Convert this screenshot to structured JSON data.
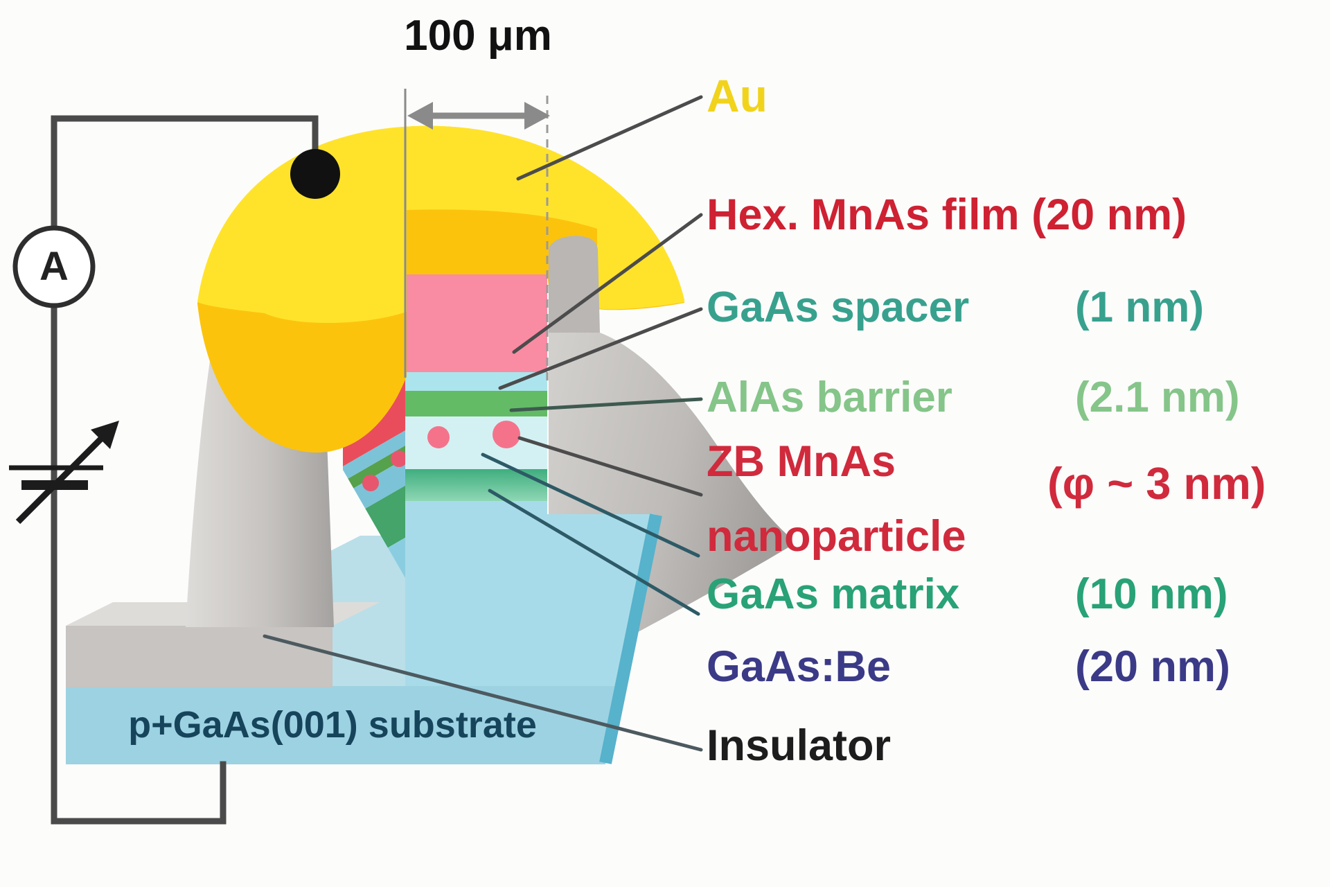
{
  "scale_bar": {
    "label": "100 μm"
  },
  "circuit": {
    "ammeter_label": "A"
  },
  "substrate": {
    "label": "p+GaAs(001) substrate"
  },
  "legend": {
    "au": {
      "name": "Au",
      "color": "#f1d31c"
    },
    "hex_film": {
      "name": "Hex. MnAs film (20 nm)",
      "color": "#ce2132"
    },
    "spacer": {
      "name": "GaAs spacer",
      "size": "(1 nm)",
      "color": "#38a18e"
    },
    "alas": {
      "name": "AlAs barrier",
      "size": "(2.1 nm)",
      "color": "#85c589"
    },
    "zb_mnas": {
      "name_line1": "ZB MnAs",
      "name_line2": "nanoparticle",
      "size": "(φ ~ 3 nm)",
      "color": "#d02a3c"
    },
    "matrix": {
      "name": "GaAs matrix",
      "size": "(10 nm)",
      "color": "#28a276"
    },
    "gaasbe": {
      "name": "GaAs:Be",
      "size": "(20 nm)",
      "color": "#3b3a87"
    },
    "insulator": {
      "name": "Insulator",
      "color": "#1d1d1d"
    }
  },
  "colors": {
    "au_bright": "#ffe32b",
    "au_dark": "#fcc30d",
    "hex_film_face": "#f98ba3",
    "hex_film_front": "#e94d5c",
    "spacer_face": "#ace4ed",
    "alas_face": "#63bb66",
    "matrix_bg": "#d3f1f3",
    "nanoparticle": "#f4738b",
    "gaasbe_face": "#a8dbe9",
    "substrate_front": "#9dd2e2",
    "substrate_top": "#badfe9",
    "substrate_edge": "#57b2cc",
    "insulator_grey": "#c7c4c1",
    "wire": "#4a4a4a"
  }
}
